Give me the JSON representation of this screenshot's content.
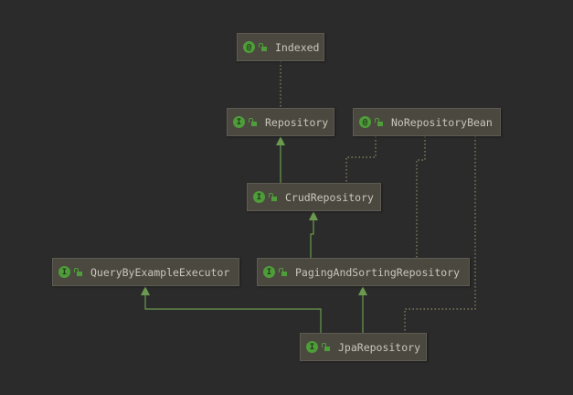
{
  "colors": {
    "background": "#2b2b2b",
    "node": "#4b4840",
    "accent": "#4f9c3a",
    "edge": "#6a9a4e",
    "dotted": "#8f8a6a"
  },
  "nodes": {
    "indexed": {
      "label": "Indexed",
      "kind": "@"
    },
    "repository": {
      "label": "Repository",
      "kind": "I"
    },
    "no_repository_bean": {
      "label": "NoRepositoryBean",
      "kind": "@"
    },
    "crud_repository": {
      "label": "CrudRepository",
      "kind": "I"
    },
    "query_by_example_executor": {
      "label": "QueryByExampleExecutor",
      "kind": "I"
    },
    "paging_and_sorting_repository": {
      "label": "PagingAndSortingRepository",
      "kind": "I"
    },
    "jpa_repository": {
      "label": "JpaRepository",
      "kind": "I"
    }
  }
}
